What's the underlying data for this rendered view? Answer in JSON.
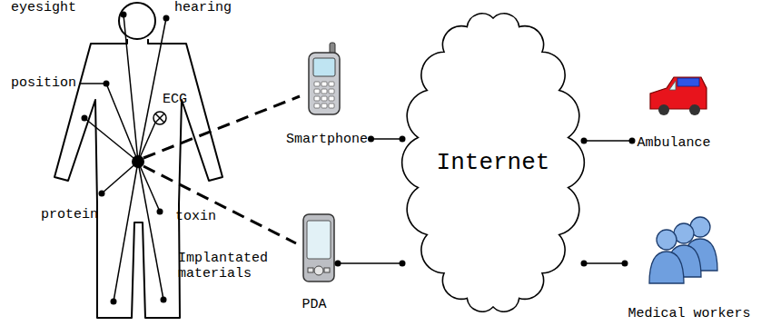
{
  "diagram": {
    "nodes": [
      {
        "text": [
          "Smartphone"
        ]
      },
      {
        "text": [
          "Internet"
        ]
      },
      {
        "text": [
          "Ambulance"
        ]
      },
      {
        "text": [
          "PDA"
        ]
      },
      {
        "text": [
          "Medical workers"
        ]
      }
    ],
    "edges": [
      {
        "from": 0,
        "to": 1,
        "arrow": "none"
      },
      {
        "from": 3,
        "to": 1,
        "arrow": "none"
      },
      {
        "from": 1,
        "to": 2,
        "arrow": "none"
      },
      {
        "from": 1,
        "to": 4,
        "arrow": "none"
      }
    ],
    "labels": [
      "eyesight",
      "hearing",
      "position",
      "ECG",
      "protein",
      "toxin",
      "Implantated materials"
    ]
  }
}
